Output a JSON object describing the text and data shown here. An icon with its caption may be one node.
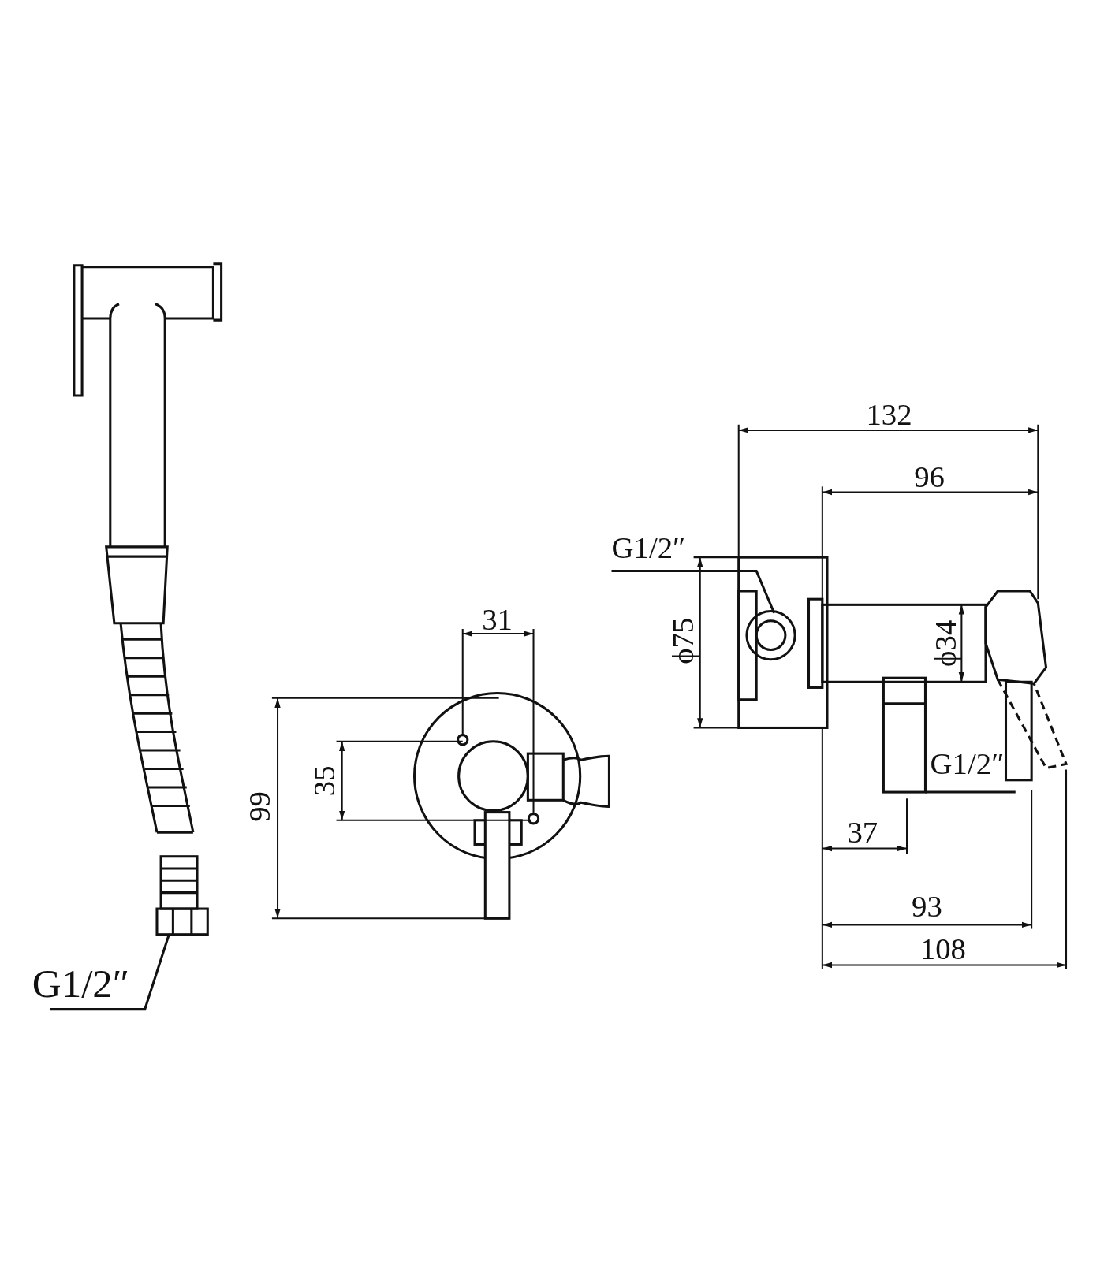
{
  "diagram": {
    "nodes": [
      {
        "text": [
          "G1/2″"
        ]
      },
      {
        "text": [
          "G1/2″"
        ]
      },
      {
        "text": [
          "G1/2″"
        ]
      },
      {
        "text": [],
        "shape": "circle"
      },
      {
        "text": [],
        "shape": "box"
      },
      {
        "text": [],
        "shape": "box"
      }
    ],
    "edges": [
      {
        "from": 0,
        "to": 3,
        "arrow": "none"
      },
      {
        "from": 1,
        "to": 4,
        "arrow": "none"
      },
      {
        "from": 2,
        "to": 5,
        "arrow": "none"
      }
    ],
    "labels": [
      "132",
      "96",
      "31",
      "ϕ75",
      "ϕ34",
      "35",
      "99",
      "37",
      "93",
      "108"
    ]
  }
}
